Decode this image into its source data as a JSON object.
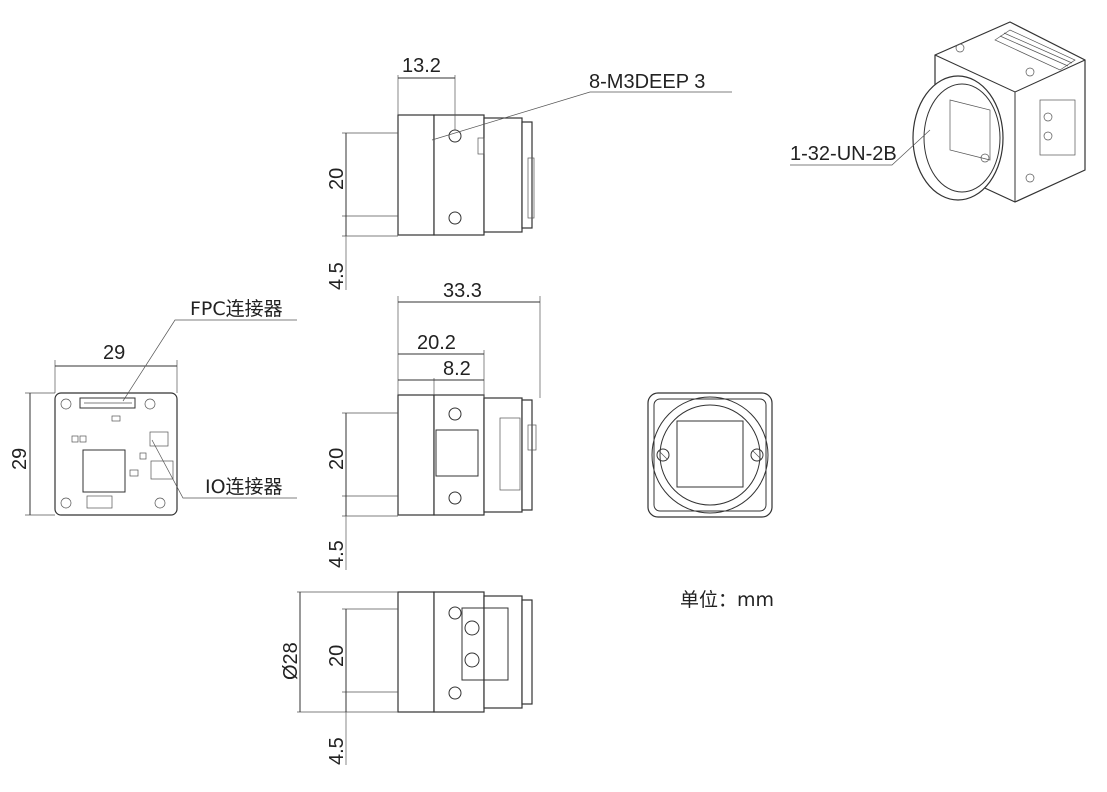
{
  "dimensions": {
    "top_view_width": "13.2",
    "hole_spec": "8-M3DEEP 3",
    "mount_thread": "1-32-UN-2B",
    "height_top": "20",
    "offset_top": "4.5",
    "overall_length": "33.3",
    "length_mid": "20.2",
    "length_short": "8.2",
    "height_mid": "20",
    "offset_mid": "4.5",
    "diameter": "Ø28",
    "height_bottom": "20",
    "offset_bottom": "4.5",
    "board_width": "29",
    "board_height": "29"
  },
  "labels": {
    "fpc_connector": "FPC连接器",
    "io_connector": "IO连接器",
    "unit": "单位：mm"
  },
  "colors": {
    "line": "#333333",
    "text": "#222222",
    "background": "#ffffff"
  }
}
